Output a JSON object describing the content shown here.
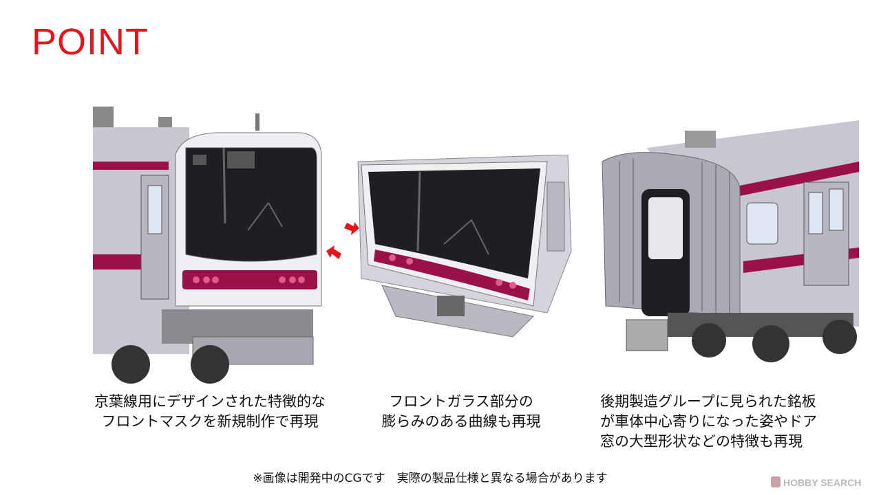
{
  "title": "POINT",
  "colors": {
    "title": "#e8141c",
    "stripe": "#9a1048",
    "body": "#c9cad3",
    "arrow": "#e8141c"
  },
  "points": [
    {
      "lines": [
        "京葉線用にデザインされた特徴的な",
        "フロントマスクを新規制作で再現"
      ]
    },
    {
      "lines": [
        "フロントガラス部分の",
        "膨らみのある曲線も再現"
      ]
    },
    {
      "lines": [
        "後期製造グループに見られた銘板",
        "が車体中心寄りになった姿やドア",
        "窓の大型形状などの特徴も再現"
      ]
    }
  ],
  "note": "※画像は開発中のCGです　実際の製品仕様と異なる場合があります",
  "watermark": "HOBBY SEARCH"
}
